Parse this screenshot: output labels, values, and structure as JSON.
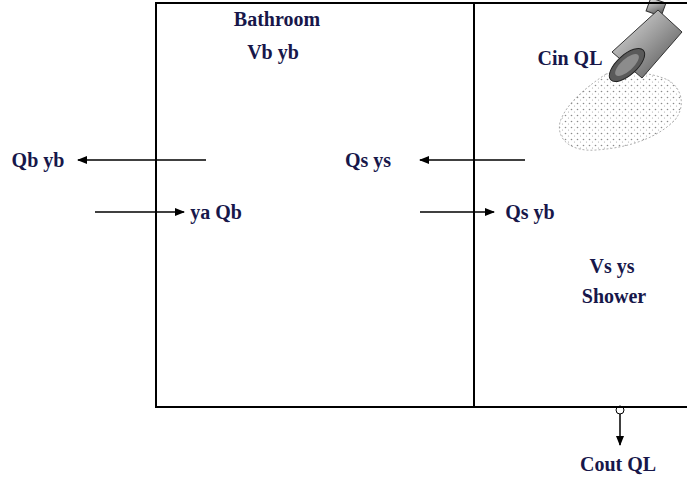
{
  "diagram": {
    "nodes": [
      {
        "text": [
          "Bathroom",
          "Vb yb"
        ]
      },
      {
        "text": [
          "Vs ys",
          "Shower"
        ]
      }
    ],
    "labels": [
      "Cin QL",
      "Qb yb",
      "ya Qb",
      "Qs ys",
      "Qs yb",
      "Cout QL"
    ]
  }
}
